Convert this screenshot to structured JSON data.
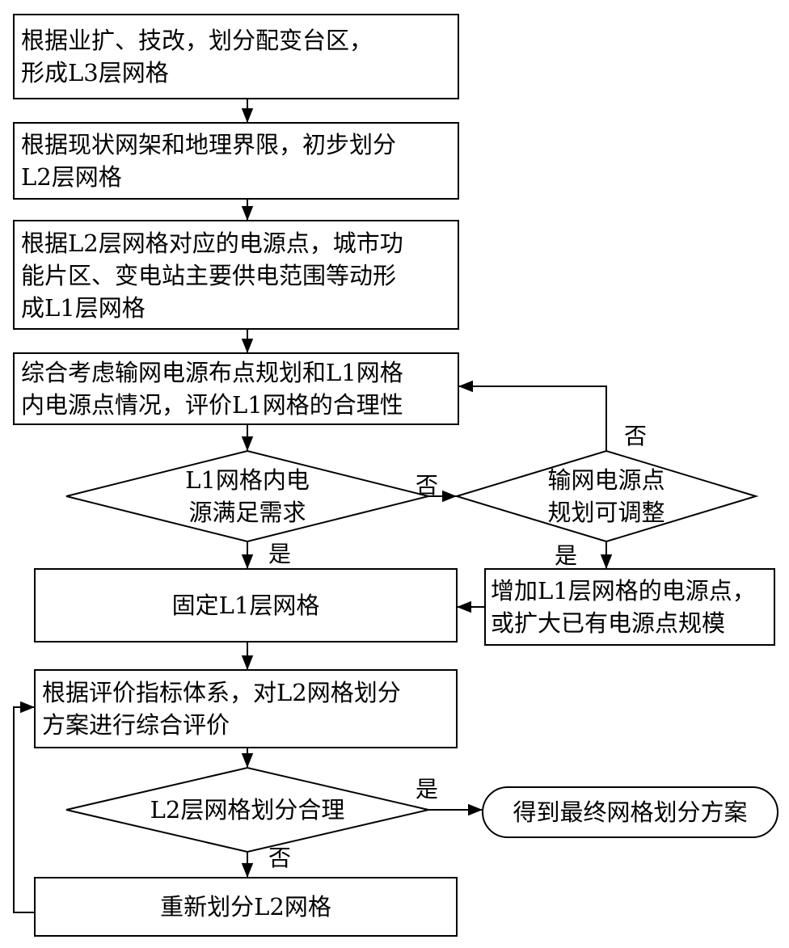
{
  "flow": {
    "step1": [
      "根据业扩、技改，划分配变台区，",
      "形成L3层网格"
    ],
    "step2": [
      "根据现状网架和地理界限，初步划分",
      "L2层网格"
    ],
    "step3": [
      "根据L2层网格对应的电源点，城市功",
      "能片区、变电站主要供电范围等动形",
      "成L1层网格"
    ],
    "step4": [
      "综合考虑输网电源布点规划和L1网格",
      "内电源点情况，评价L1网格的合理性"
    ],
    "decision1": [
      "L1网格内电",
      "源满足需求"
    ],
    "decision2": [
      "输网电源点",
      "规划可调整"
    ],
    "fix_l1": "固定L1层网格",
    "add_source": [
      "增加L1层网格的电源点，",
      "或扩大已有电源点规模"
    ],
    "step5": [
      "根据评价指标体系，对L2网格划分",
      "方案进行综合评价"
    ],
    "decision3": "L2层网格划分合理",
    "final": "得到最终网格划分方案",
    "redo": "重新划分L2网格"
  },
  "labels": {
    "no": "否",
    "yes": "是"
  }
}
